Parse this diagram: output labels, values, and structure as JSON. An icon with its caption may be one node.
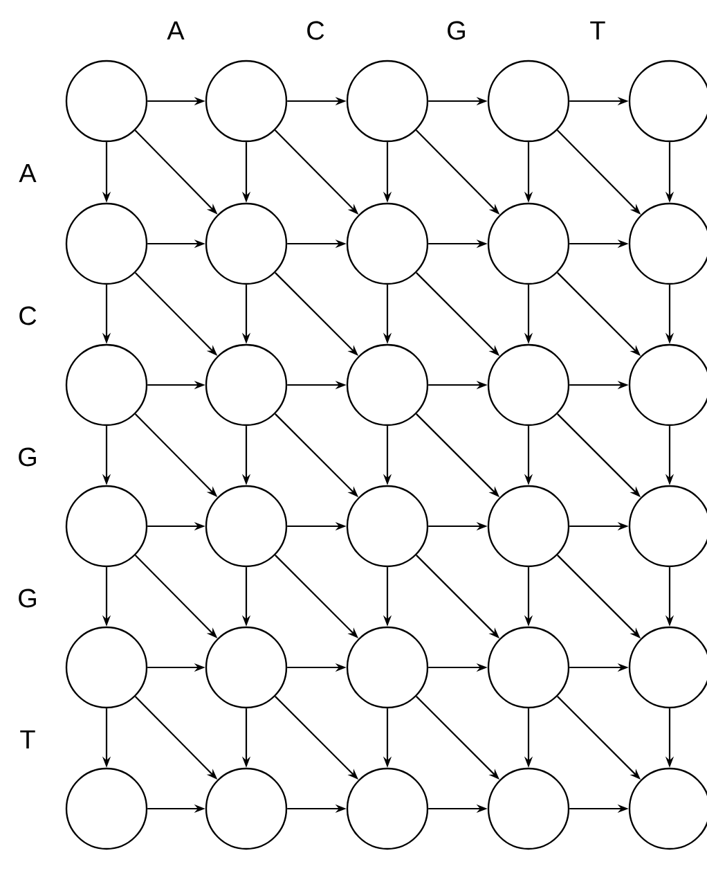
{
  "diagram": {
    "nodes": [
      {
        "text": [],
        "shape": "circle"
      },
      {
        "text": [],
        "shape": "circle"
      },
      {
        "text": [],
        "shape": "circle"
      },
      {
        "text": [],
        "shape": "circle"
      },
      {
        "text": [],
        "shape": "circle"
      },
      {
        "text": [],
        "shape": "circle"
      },
      {
        "text": [],
        "shape": "circle"
      },
      {
        "text": [],
        "shape": "circle"
      },
      {
        "text": [],
        "shape": "circle"
      },
      {
        "text": [],
        "shape": "circle"
      },
      {
        "text": [],
        "shape": "circle"
      },
      {
        "text": [],
        "shape": "circle"
      },
      {
        "text": [],
        "shape": "circle"
      },
      {
        "text": [],
        "shape": "circle"
      },
      {
        "text": [],
        "shape": "circle"
      },
      {
        "text": [],
        "shape": "circle"
      },
      {
        "text": [],
        "shape": "circle"
      },
      {
        "text": [],
        "shape": "circle"
      },
      {
        "text": [],
        "shape": "circle"
      },
      {
        "text": [],
        "shape": "circle"
      },
      {
        "text": [],
        "shape": "circle"
      },
      {
        "text": [],
        "shape": "circle"
      },
      {
        "text": [],
        "shape": "circle"
      },
      {
        "text": [],
        "shape": "circle"
      },
      {
        "text": [],
        "shape": "circle"
      },
      {
        "text": [],
        "shape": "circle"
      },
      {
        "text": [],
        "shape": "circle"
      },
      {
        "text": [],
        "shape": "circle"
      },
      {
        "text": [],
        "shape": "circle"
      },
      {
        "text": [],
        "shape": "circle"
      }
    ],
    "edges": [
      {
        "from": 0,
        "to": 1,
        "arrow": "to"
      },
      {
        "from": 1,
        "to": 2,
        "arrow": "to"
      },
      {
        "from": 2,
        "to": 3,
        "arrow": "to"
      },
      {
        "from": 3,
        "to": 4,
        "arrow": "to"
      },
      {
        "from": 5,
        "to": 6,
        "arrow": "to"
      },
      {
        "from": 6,
        "to": 7,
        "arrow": "to"
      },
      {
        "from": 7,
        "to": 8,
        "arrow": "to"
      },
      {
        "from": 8,
        "to": 9,
        "arrow": "to"
      },
      {
        "from": 10,
        "to": 11,
        "arrow": "to"
      },
      {
        "from": 11,
        "to": 12,
        "arrow": "to"
      },
      {
        "from": 12,
        "to": 13,
        "arrow": "to"
      },
      {
        "from": 13,
        "to": 14,
        "arrow": "to"
      },
      {
        "from": 15,
        "to": 16,
        "arrow": "to"
      },
      {
        "from": 16,
        "to": 17,
        "arrow": "to"
      },
      {
        "from": 17,
        "to": 18,
        "arrow": "to"
      },
      {
        "from": 18,
        "to": 19,
        "arrow": "to"
      },
      {
        "from": 20,
        "to": 21,
        "arrow": "to"
      },
      {
        "from": 21,
        "to": 22,
        "arrow": "to"
      },
      {
        "from": 22,
        "to": 23,
        "arrow": "to"
      },
      {
        "from": 23,
        "to": 24,
        "arrow": "to"
      },
      {
        "from": 25,
        "to": 26,
        "arrow": "to"
      },
      {
        "from": 26,
        "to": 27,
        "arrow": "to"
      },
      {
        "from": 27,
        "to": 28,
        "arrow": "to"
      },
      {
        "from": 28,
        "to": 29,
        "arrow": "to"
      },
      {
        "from": 0,
        "to": 5,
        "arrow": "to"
      },
      {
        "from": 1,
        "to": 6,
        "arrow": "to"
      },
      {
        "from": 2,
        "to": 7,
        "arrow": "to"
      },
      {
        "from": 3,
        "to": 8,
        "arrow": "to"
      },
      {
        "from": 4,
        "to": 9,
        "arrow": "to"
      },
      {
        "from": 5,
        "to": 10,
        "arrow": "to"
      },
      {
        "from": 6,
        "to": 11,
        "arrow": "to"
      },
      {
        "from": 7,
        "to": 12,
        "arrow": "to"
      },
      {
        "from": 8,
        "to": 13,
        "arrow": "to"
      },
      {
        "from": 9,
        "to": 14,
        "arrow": "to"
      },
      {
        "from": 10,
        "to": 15,
        "arrow": "to"
      },
      {
        "from": 11,
        "to": 16,
        "arrow": "to"
      },
      {
        "from": 12,
        "to": 17,
        "arrow": "to"
      },
      {
        "from": 13,
        "to": 18,
        "arrow": "to"
      },
      {
        "from": 14,
        "to": 19,
        "arrow": "to"
      },
      {
        "from": 15,
        "to": 20,
        "arrow": "to"
      },
      {
        "from": 16,
        "to": 21,
        "arrow": "to"
      },
      {
        "from": 17,
        "to": 22,
        "arrow": "to"
      },
      {
        "from": 18,
        "to": 23,
        "arrow": "to"
      },
      {
        "from": 19,
        "to": 24,
        "arrow": "to"
      },
      {
        "from": 20,
        "to": 25,
        "arrow": "to"
      },
      {
        "from": 21,
        "to": 26,
        "arrow": "to"
      },
      {
        "from": 22,
        "to": 27,
        "arrow": "to"
      },
      {
        "from": 23,
        "to": 28,
        "arrow": "to"
      },
      {
        "from": 24,
        "to": 29,
        "arrow": "to"
      },
      {
        "from": 0,
        "to": 6,
        "arrow": "to"
      },
      {
        "from": 1,
        "to": 7,
        "arrow": "to"
      },
      {
        "from": 2,
        "to": 8,
        "arrow": "to"
      },
      {
        "from": 3,
        "to": 9,
        "arrow": "to"
      },
      {
        "from": 5,
        "to": 11,
        "arrow": "to"
      },
      {
        "from": 6,
        "to": 12,
        "arrow": "to"
      },
      {
        "from": 7,
        "to": 13,
        "arrow": "to"
      },
      {
        "from": 8,
        "to": 14,
        "arrow": "to"
      },
      {
        "from": 10,
        "to": 16,
        "arrow": "to"
      },
      {
        "from": 11,
        "to": 17,
        "arrow": "to"
      },
      {
        "from": 12,
        "to": 18,
        "arrow": "to"
      },
      {
        "from": 13,
        "to": 19,
        "arrow": "to"
      },
      {
        "from": 15,
        "to": 21,
        "arrow": "to"
      },
      {
        "from": 16,
        "to": 22,
        "arrow": "to"
      },
      {
        "from": 17,
        "to": 23,
        "arrow": "to"
      },
      {
        "from": 18,
        "to": 24,
        "arrow": "to"
      },
      {
        "from": 20,
        "to": 26,
        "arrow": "to"
      },
      {
        "from": 21,
        "to": 27,
        "arrow": "to"
      },
      {
        "from": 22,
        "to": 28,
        "arrow": "to"
      },
      {
        "from": 23,
        "to": 29,
        "arrow": "to"
      }
    ],
    "labels": [
      "A",
      "C",
      "G",
      "T",
      "A",
      "C",
      "G",
      "G",
      "T"
    ]
  }
}
